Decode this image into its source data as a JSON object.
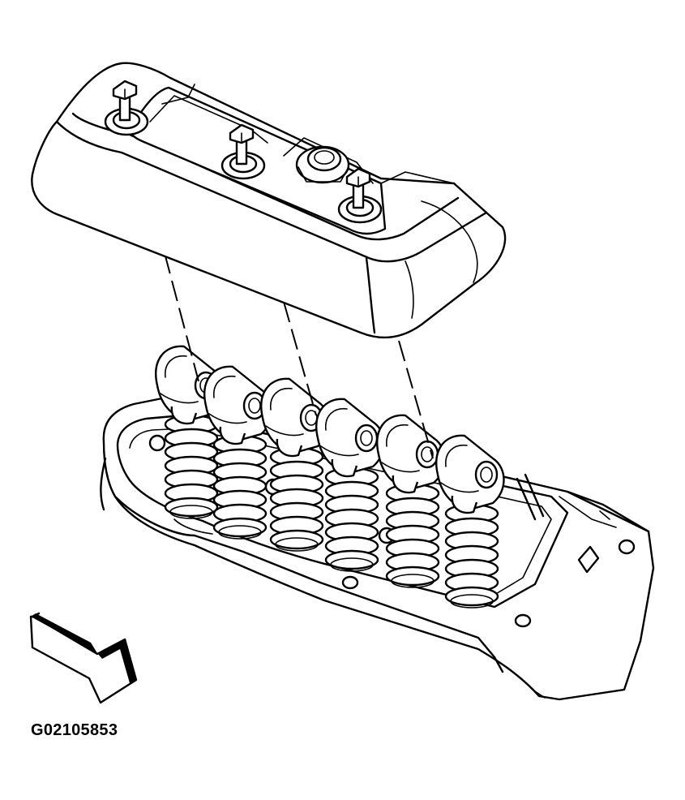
{
  "figure": {
    "id": "G02105853",
    "rocker_count": 6,
    "cover_bolt_count": 3
  },
  "icons": {
    "front_arrow": "front-direction-arrow-icon"
  }
}
